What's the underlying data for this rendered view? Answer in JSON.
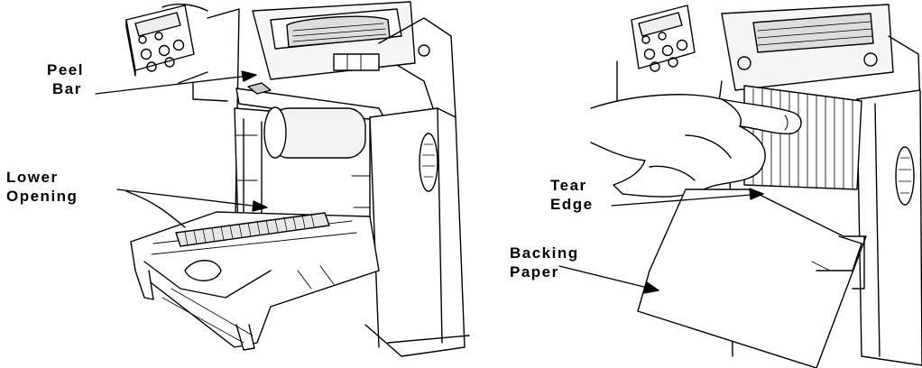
{
  "left_figure": {
    "callouts": [
      {
        "id": "peel-bar",
        "lines": [
          "Peel",
          "Bar"
        ]
      },
      {
        "id": "lower-opening",
        "lines": [
          "Lower",
          "Opening"
        ]
      }
    ]
  },
  "right_figure": {
    "callouts": [
      {
        "id": "tear-edge",
        "lines": [
          "Tear",
          "Edge"
        ]
      },
      {
        "id": "backing-paper",
        "lines": [
          "Backing",
          "Paper"
        ]
      }
    ]
  },
  "colors": {
    "ink": "#000000",
    "paper": "#ffffff",
    "shade": "#e9e9e9"
  }
}
